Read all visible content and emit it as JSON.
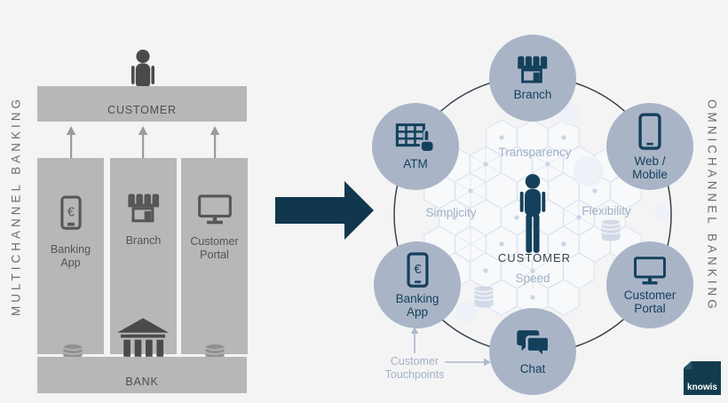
{
  "left": {
    "side_label": "MULTICHANNEL BANKING",
    "customer_label": "CUSTOMER",
    "bank_label": "BANK",
    "channels": [
      {
        "label": "Banking App",
        "icon": "phone-euro-icon"
      },
      {
        "label": "Branch",
        "icon": "storefront-icon"
      },
      {
        "label": "Customer Portal",
        "icon": "monitor-icon"
      }
    ]
  },
  "arrow": {
    "meaning": "transformation",
    "color": "#11374e"
  },
  "right": {
    "side_label": "OMNICHANNEL BANKING",
    "center_label": "CUSTOMER",
    "keywords": {
      "top": "Transparency",
      "left": "Simplicity",
      "right": "Flexibility",
      "bottom": "Speed"
    },
    "channels": [
      {
        "label": "Branch",
        "icon": "storefront-icon"
      },
      {
        "label": "Web / Mobile",
        "icon": "smartphone-icon"
      },
      {
        "label": "Customer Portal",
        "icon": "monitor-icon"
      },
      {
        "label": "Chat",
        "icon": "chat-bubbles-icon"
      },
      {
        "label": "Banking App",
        "icon": "phone-euro-icon"
      },
      {
        "label": "ATM",
        "icon": "atm-keypad-hand-icon"
      }
    ],
    "touchpoints_label": "Customer Touchpoints"
  },
  "icons": {
    "euro": "€"
  },
  "logo": {
    "text": "knowis"
  },
  "colors": {
    "background": "#f4f4f5",
    "gray_block": "#b6b7b7",
    "dark_gray_icon": "#4a4a4a",
    "navy": "#15405c",
    "circle_fill": "#a9b5c7",
    "keyword_text": "#9fb0c6",
    "side_label_text": "#6c6c6c"
  }
}
